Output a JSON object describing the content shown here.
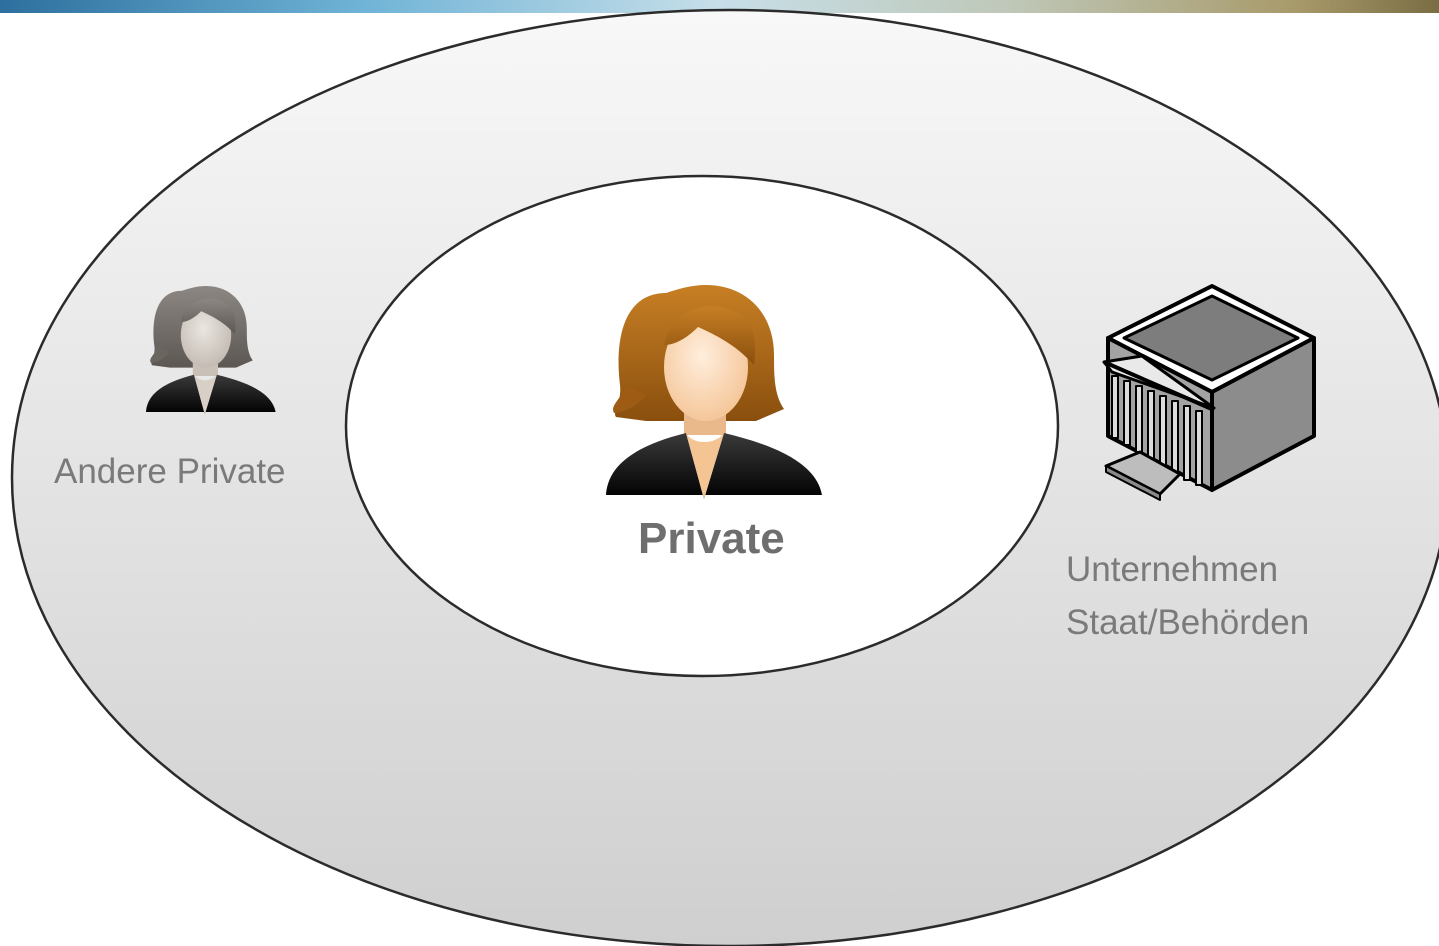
{
  "diagram": {
    "outer_label": "Andere Private",
    "center_label": "Private",
    "org_labels": [
      "Unternehmen",
      "Staat/Behörden"
    ]
  },
  "icons": {
    "center_person": "woman-user-icon",
    "other_person": "woman-user-icon-grey",
    "organization": "government-building-icon"
  },
  "colors": {
    "outer_ring_light": "#f7f7f7",
    "outer_ring_dark": "#d0d0d0",
    "inner_circle": "#ffffff",
    "outline": "#2b2b2b",
    "label_text": "#7a7a7a"
  }
}
